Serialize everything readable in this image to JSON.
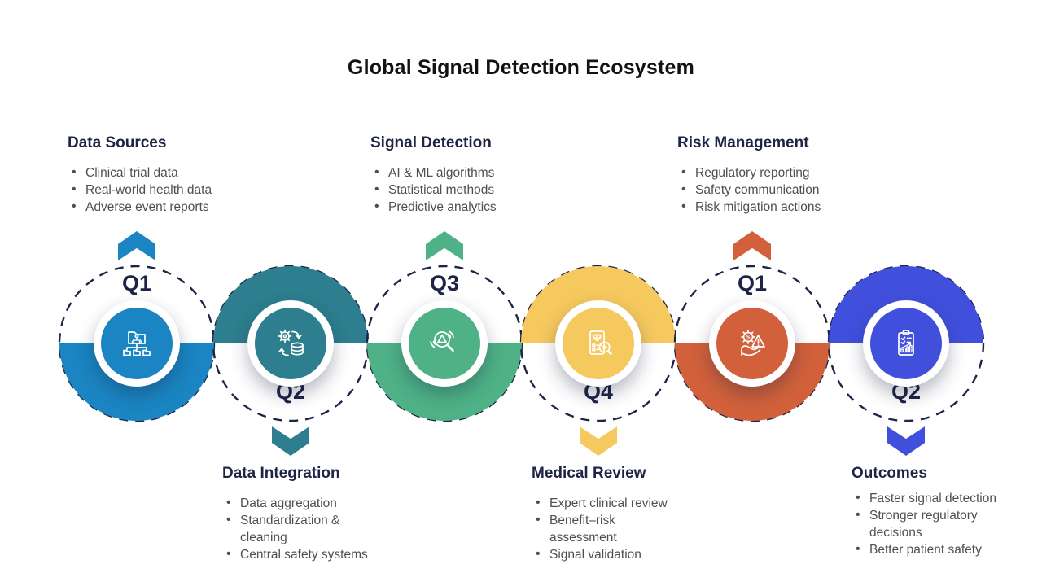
{
  "title": "Global Signal Detection Ecosystem",
  "colors": {
    "heading": "#1d2445",
    "body_text": "#4f4f4f",
    "title_text": "#121212",
    "dashed_ring": "#1d2445",
    "background": "#ffffff"
  },
  "nodes": [
    {
      "quarter": "Q1",
      "color": "#1a85c2",
      "icon": "data-sources-icon",
      "solid_half": "bottom"
    },
    {
      "quarter": "Q2",
      "color": "#2d7e8e",
      "icon": "data-integration-icon",
      "solid_half": "top"
    },
    {
      "quarter": "Q3",
      "color": "#4eb286",
      "icon": "signal-detection-icon",
      "solid_half": "bottom"
    },
    {
      "quarter": "Q4",
      "color": "#f6c95e",
      "icon": "medical-review-icon",
      "solid_half": "top"
    },
    {
      "quarter": "Q1",
      "color": "#d2613b",
      "icon": "risk-management-icon",
      "solid_half": "bottom"
    },
    {
      "quarter": "Q2",
      "color": "#4050dc",
      "icon": "outcomes-icon",
      "solid_half": "top"
    }
  ],
  "sections": [
    {
      "title": "Data Sources",
      "items": [
        "Clinical trial data",
        "Real-world health data",
        "Adverse event reports"
      ]
    },
    {
      "title": "Data Integration",
      "items": [
        "Data aggregation",
        "Standardization & cleaning",
        "Central safety systems"
      ]
    },
    {
      "title": "Signal Detection",
      "items": [
        "AI & ML algorithms",
        "Statistical methods",
        "Predictive analytics"
      ]
    },
    {
      "title": "Medical Review",
      "items": [
        "Expert clinical review",
        "Benefit–risk assessment",
        "Signal validation"
      ]
    },
    {
      "title": "Risk Management",
      "items": [
        "Regulatory reporting",
        "Safety communication",
        "Risk mitigation actions"
      ]
    },
    {
      "title": "Outcomes",
      "items": [
        "Faster signal detection",
        "Stronger regulatory decisions",
        "Better patient safety"
      ]
    }
  ]
}
